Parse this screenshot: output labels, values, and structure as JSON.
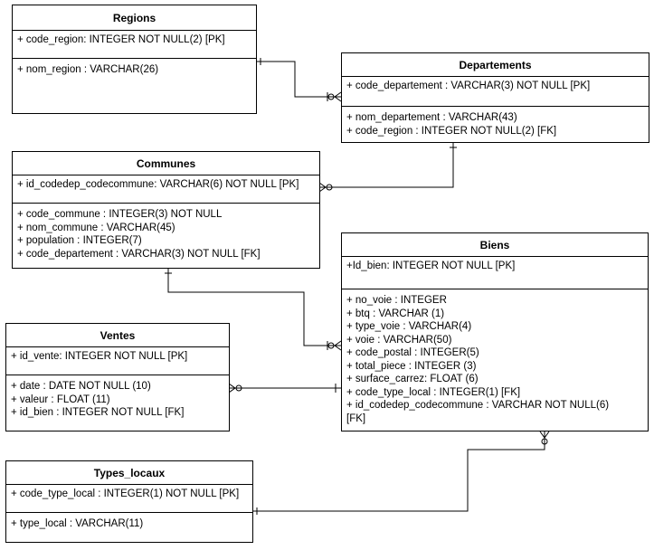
{
  "entities": {
    "regions": {
      "title": "Regions",
      "pk": "+ code_region: INTEGER NOT NULL(2) [PK]",
      "attributes": [
        "+ nom_region : VARCHAR(26)"
      ]
    },
    "departements": {
      "title": "Departements",
      "pk": "+ code_departement : VARCHAR(3) NOT NULL [PK]",
      "attributes": [
        "+ nom_departement : VARCHAR(43)",
        "+ code_region : INTEGER NOT NULL(2) [FK]"
      ]
    },
    "communes": {
      "title": "Communes",
      "pk": "+ id_codedep_codecommune: VARCHAR(6) NOT NULL [PK]",
      "attributes": [
        "+ code_commune : INTEGER(3) NOT NULL",
        "+ nom_commune : VARCHAR(45)",
        "+ population : INTEGER(7)",
        "+ code_departement : VARCHAR(3) NOT NULL [FK]"
      ]
    },
    "biens": {
      "title": "Biens",
      "pk": "+Id_bien: INTEGER NOT NULL [PK]",
      "attributes": [
        "+ no_voie : INTEGER",
        "+ btq : VARCHAR (1)",
        "+ type_voie : VARCHAR(4)",
        "+ voie : VARCHAR(50)",
        "+ code_postal : INTEGER(5)",
        "+ total_piece : INTEGER (3)",
        "+ surface_carrez: FLOAT (6)",
        "+ code_type_local : INTEGER(1) [FK]",
        "+ id_codedep_codecommune : VARCHAR NOT NULL(6)",
        "[FK]"
      ]
    },
    "ventes": {
      "title": "Ventes",
      "pk": "+ id_vente: INTEGER NOT NULL [PK]",
      "attributes": [
        "+ date : DATE NOT NULL (10)",
        "+ valeur : FLOAT (11)",
        "+ id_bien : INTEGER NOT NULL [FK]"
      ]
    },
    "types_locaux": {
      "title": "Types_locaux",
      "pk": "+ code_type_local : INTEGER(1) NOT NULL [PK]",
      "attributes": [
        "+ type_local : VARCHAR(11)"
      ]
    }
  },
  "relationships": [
    {
      "from": "Regions",
      "to": "Departements",
      "from_end": "one",
      "to_end": "zero-or-many"
    },
    {
      "from": "Departements",
      "to": "Communes",
      "from_end": "one",
      "to_end": "zero-or-many"
    },
    {
      "from": "Communes",
      "to": "Biens",
      "from_end": "one",
      "to_end": "zero-or-many"
    },
    {
      "from": "Biens",
      "to": "Ventes",
      "from_end": "one",
      "to_end": "zero-or-many"
    },
    {
      "from": "Types_locaux",
      "to": "Biens",
      "from_end": "one",
      "to_end": "zero-or-many"
    }
  ]
}
